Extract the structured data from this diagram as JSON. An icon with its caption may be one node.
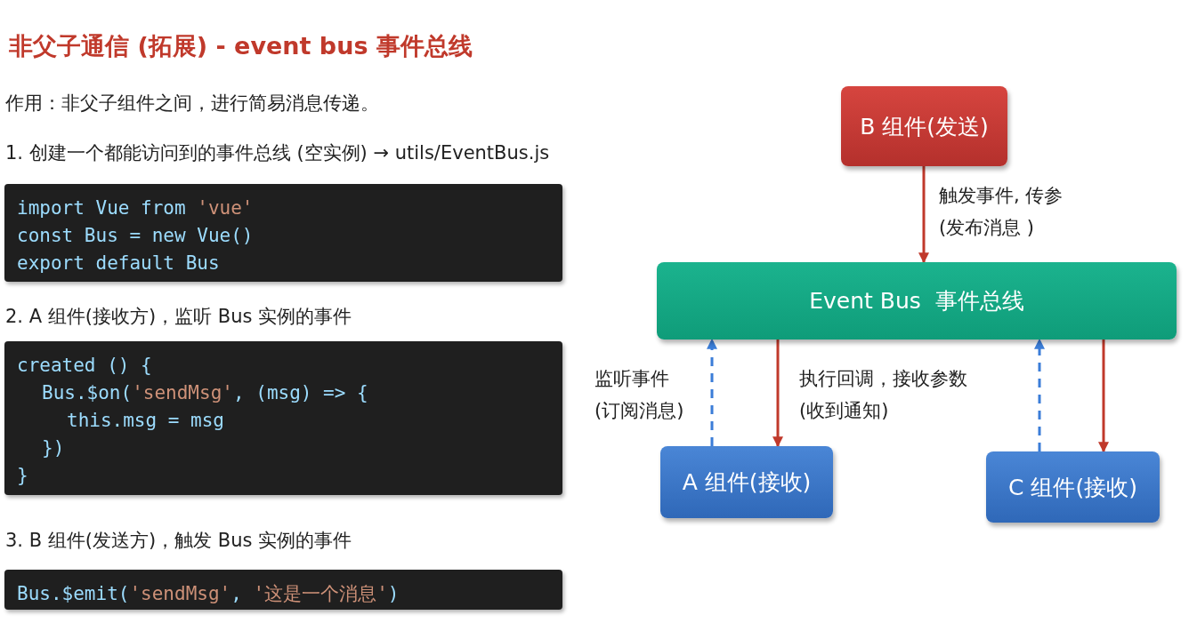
{
  "diagram": {
    "title": "非父子通信 (拓展) - event bus 事件总线",
    "nodes": [
      {
        "text": [
          "import Vue from 'vue'",
          "const Bus = new Vue()",
          "export default Bus"
        ]
      },
      {
        "text": [
          "created () {",
          "Bus.$on('sendMsg', (msg) => {",
          "this.msg = msg",
          "})",
          "}"
        ]
      },
      {
        "text": [
          "Bus.$emit('sendMsg', '这是一个消息')"
        ]
      },
      {
        "text": [
          "B 组件(发送)"
        ]
      },
      {
        "text": [
          "Event Bus  事件总线"
        ]
      },
      {
        "text": [
          "A 组件(接收)"
        ]
      },
      {
        "text": [
          "C 组件(接收)"
        ]
      }
    ],
    "edges": [
      {
        "from": 3,
        "to": 4,
        "arrow": "to",
        "label": "触发事件, 传参 (发布消息 )"
      },
      {
        "from": 5,
        "to": 4,
        "arrow": "to",
        "style": "dashed",
        "color": "#3b7dd8",
        "label": "监听事件 (订阅消息)"
      },
      {
        "from": 4,
        "to": 5,
        "arrow": "to",
        "label": "执行回调，接收参数 (收到通知)"
      },
      {
        "from": 6,
        "to": 4,
        "arrow": "to",
        "style": "dashed",
        "color": "#3b7dd8"
      },
      {
        "from": 4,
        "to": 6,
        "arrow": "to"
      }
    ],
    "labels": [
      "作用：非父子组件之间，进行简易消息传递。",
      "1. 创建一个都能访问到的事件总线 (空实例) → utils/EventBus.js",
      "2. A 组件(接收方)，监听 Bus 实例的事件",
      "3. B 组件(发送方)，触发 Bus 实例的事件"
    ]
  }
}
